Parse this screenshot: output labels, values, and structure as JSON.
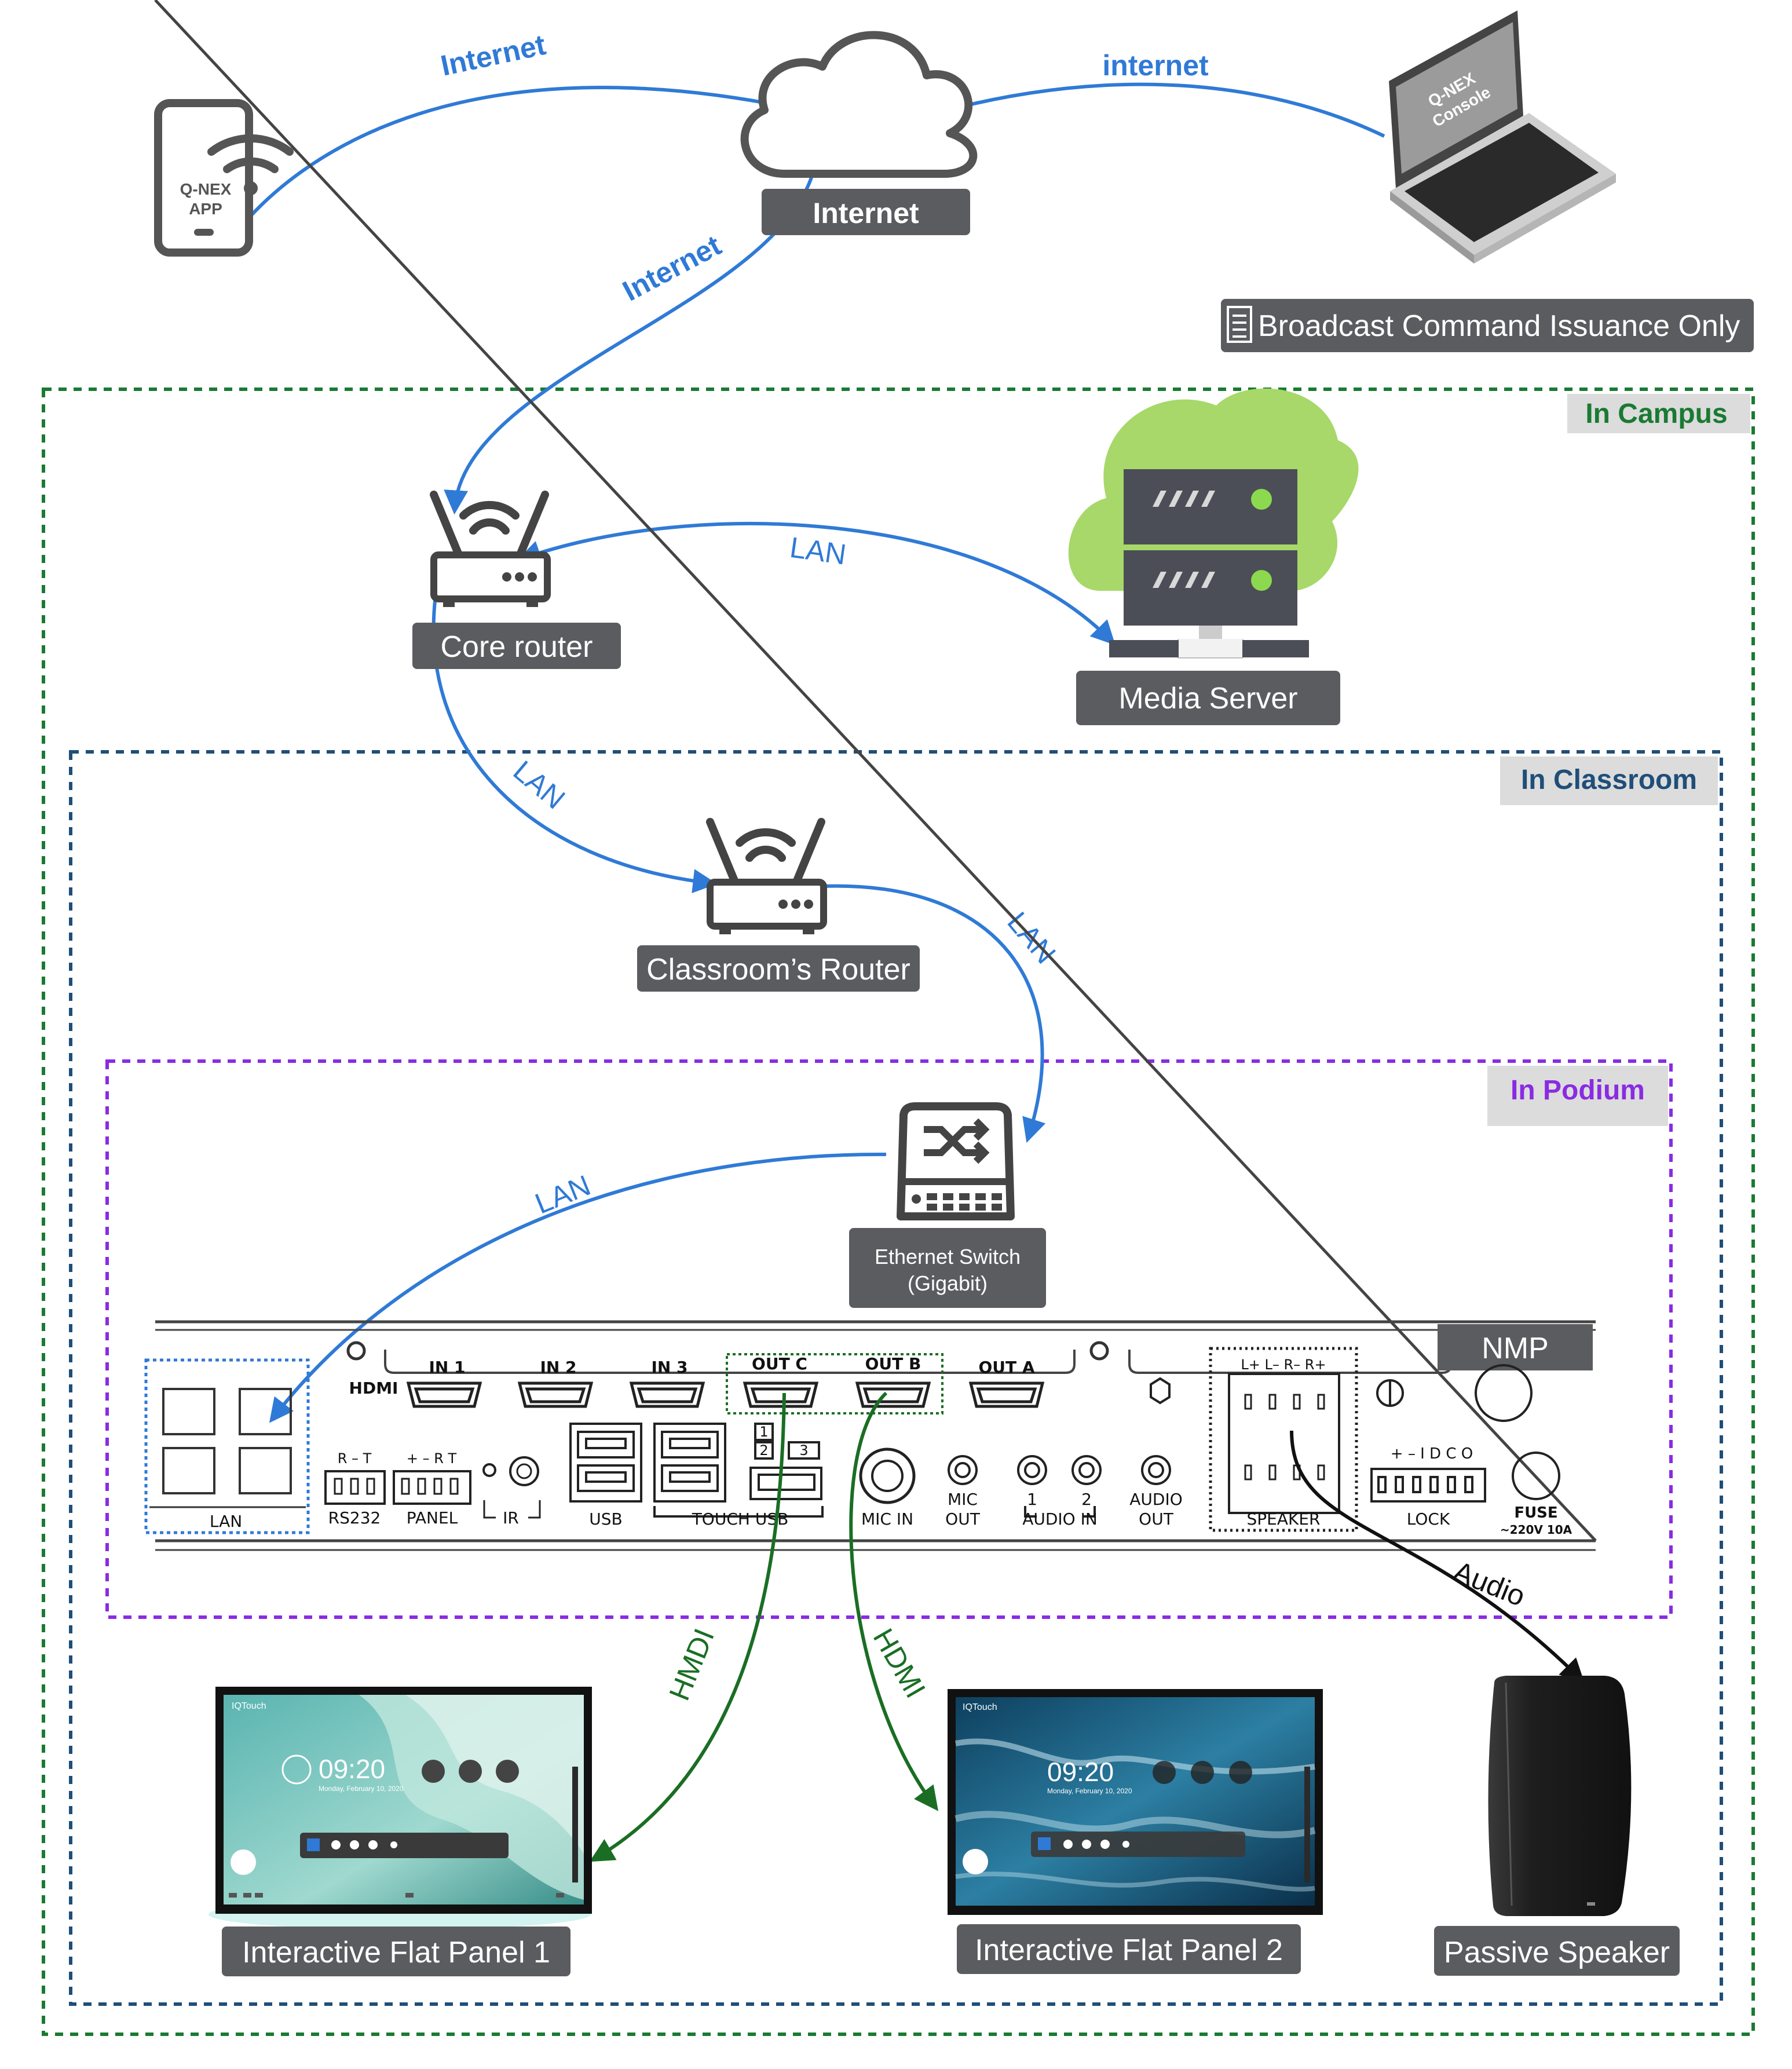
{
  "edges": {
    "app_to_cloud": "Internet",
    "console_to_cloud": "internet",
    "cloud_to_core": "Internet",
    "core_to_media": "LAN",
    "core_to_classroom": "LAN",
    "classroom_to_switch": "LAN",
    "switch_to_nmp": "LAN",
    "outc_to_panel1": "HMDI",
    "outb_to_panel2": "HDMI",
    "speaker_audio": "Audio"
  },
  "zones": {
    "campus": "In Campus",
    "classroom": "In Classroom",
    "podium": "In Podium"
  },
  "nodes": {
    "cloud": "Internet",
    "phone_app_line1": "Q-NEX",
    "phone_app_line2": "APP",
    "console_screen_line1": "Q-NEX",
    "console_screen_line2": "Console",
    "broadcast": "Broadcast Command Issuance Only",
    "core_router": "Core router",
    "media_server": "Media Server",
    "classroom_router": "Classroom’s Router",
    "switch_line1": "Ethernet Switch",
    "switch_line2": "(Gigabit)",
    "nmp": "NMP",
    "panel1": "Interactive Flat Panel 1",
    "panel2": "Interactive Flat Panel 2",
    "speaker": "Passive Speaker"
  },
  "nmp_panel": {
    "hdmi": "HDMI",
    "in1": "IN 1",
    "in2": "IN 2",
    "in3": "IN 3",
    "outc": "OUT C",
    "outb": "OUT B",
    "outa": "OUT A",
    "lan": "LAN",
    "rs232_pins": "R – T",
    "rs232": "RS232",
    "panel_pins": "+ – R T",
    "panel": "PANEL",
    "ir": "IR",
    "usb": "USB",
    "touch_usb": "TOUCH USB",
    "usb_1": "1",
    "usb_2": "2",
    "usb_3": "3",
    "mic_in": "MIC IN",
    "mic_out_1": "MIC",
    "mic_out_2": "OUT",
    "audio_in_1": "1",
    "audio_in_2": "2",
    "audio_in": "AUDIO IN",
    "audio_out_1": "AUDIO",
    "audio_out_2": "OUT",
    "speaker_pins": "L+ L– R– R+",
    "speaker": "SPEAKER",
    "lock_pins": "+ – I D C O",
    "lock": "LOCK",
    "fuse_1": "FUSE",
    "fuse_2": "~220V 10A"
  },
  "screens": {
    "brand": "IQTouch",
    "time1": "09:20",
    "date1": "Monday, February 10, 2020",
    "time2": "09:20",
    "date2": "Monday, February 10, 2020"
  },
  "colors": {
    "network_line": "#2f7ad6",
    "hdmi_line": "#1a6e24",
    "label_bg": "#5b5c5f",
    "campus": "#1a7a32",
    "classroom": "#1f4e79",
    "podium": "#8a2be2",
    "server_cloud": "#a7d869"
  }
}
